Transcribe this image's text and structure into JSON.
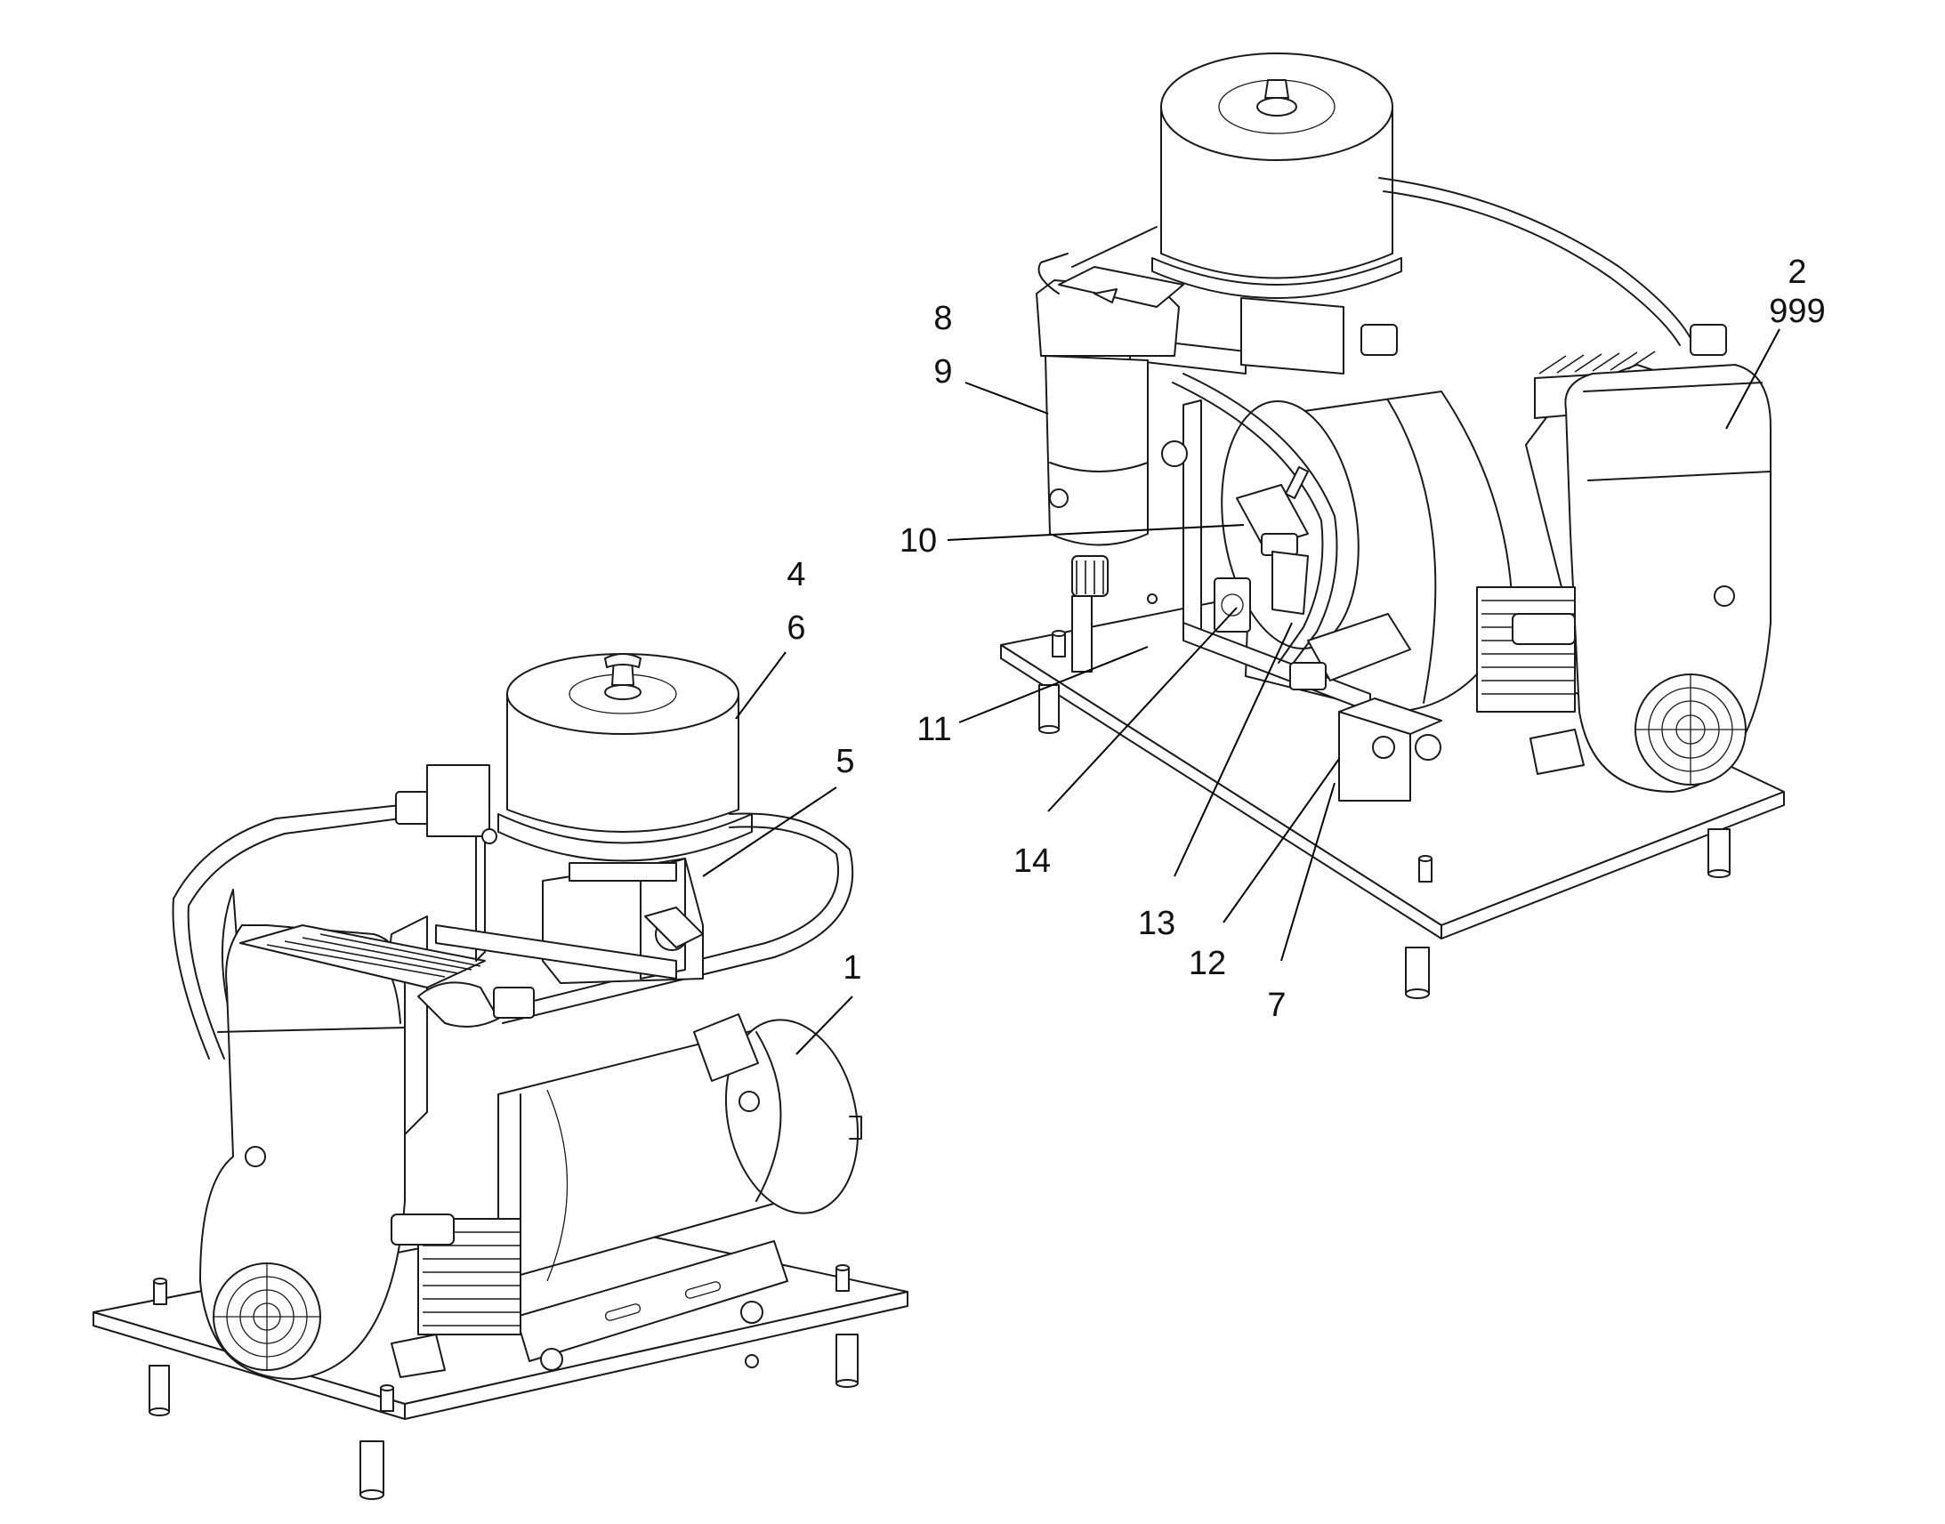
{
  "callouts": [
    {
      "id": "c1",
      "text": "1"
    },
    {
      "id": "c2",
      "text": "2"
    },
    {
      "id": "c999",
      "text": "999"
    },
    {
      "id": "c4",
      "text": "4"
    },
    {
      "id": "c5",
      "text": "5"
    },
    {
      "id": "c6",
      "text": "6"
    },
    {
      "id": "c7",
      "text": "7"
    },
    {
      "id": "c8",
      "text": "8"
    },
    {
      "id": "c9",
      "text": "9"
    },
    {
      "id": "c10",
      "text": "10"
    },
    {
      "id": "c11",
      "text": "11"
    },
    {
      "id": "c12",
      "text": "12"
    },
    {
      "id": "c13",
      "text": "13"
    },
    {
      "id": "c14",
      "text": "14"
    }
  ],
  "colors": {
    "line": "#1a1a1a",
    "background": "#ffffff"
  }
}
